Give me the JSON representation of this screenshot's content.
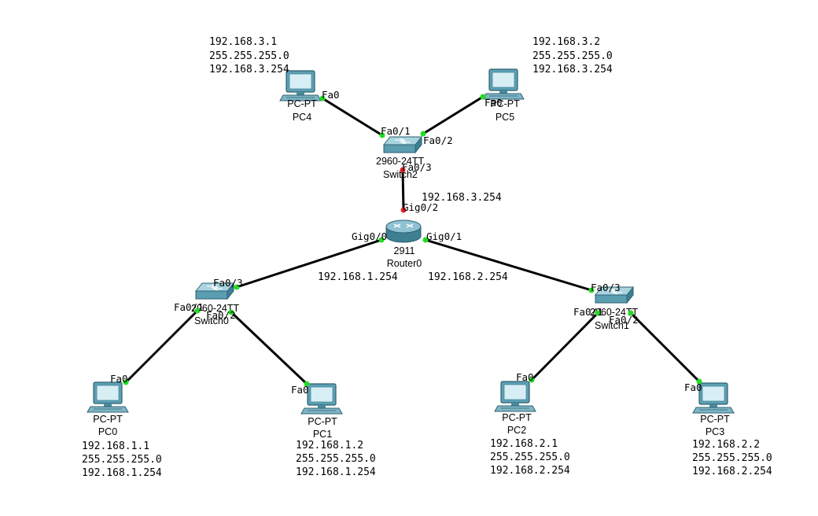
{
  "colors": {
    "link": "#000000",
    "port_up": "#22dd22",
    "port_down": "#e02020",
    "device": "#3f8fa3"
  },
  "devices": {
    "pc0": {
      "model": "PC-PT",
      "name": "PC0",
      "ip": "192.168.1.1",
      "mask": "255.255.255.0",
      "gateway": "192.168.1.254"
    },
    "pc1": {
      "model": "PC-PT",
      "name": "PC1",
      "ip": "192.168.1.2",
      "mask": "255.255.255.0",
      "gateway": "192.168.1.254"
    },
    "pc2": {
      "model": "PC-PT",
      "name": "PC2",
      "ip": "192.168.2.1",
      "mask": "255.255.255.0",
      "gateway": "192.168.2.254"
    },
    "pc3": {
      "model": "PC-PT",
      "name": "PC3",
      "ip": "192.168.2.2",
      "mask": "255.255.255.0",
      "gateway": "192.168.2.254"
    },
    "pc4": {
      "model": "PC-PT",
      "name": "PC4",
      "ip": "192.168.3.1",
      "mask": "255.255.255.0",
      "gateway": "192.168.3.254"
    },
    "pc5": {
      "model": "PC-PT",
      "name": "PC5",
      "ip": "192.168.3.2",
      "mask": "255.255.255.0",
      "gateway": "192.168.3.254"
    },
    "switch0": {
      "model": "2960-24TT",
      "name": "Switch0"
    },
    "switch1": {
      "model": "2960-24TT",
      "name": "Switch1"
    },
    "switch2": {
      "model": "2960-24TT",
      "name": "Switch2"
    },
    "router0": {
      "model": "2911",
      "name": "Router0",
      "gig0_0_ip": "192.168.1.254",
      "gig0_1_ip": "192.168.2.254",
      "gig0_2_ip": "192.168.3.254"
    }
  },
  "ports": {
    "pc4_fa0": "Fa0",
    "pc5_fa0": "Fa0",
    "sw2_fa0_1": "Fa0/1",
    "sw2_fa0_2": "Fa0/2",
    "sw2_fa0_3": "Fa0/3",
    "r0_gig0_2": "Gig0/2",
    "r0_gig0_0": "Gig0/0",
    "r0_gig0_1": "Gig0/1",
    "sw0_fa0_3": "Fa0/3",
    "sw0_fa0_1": "Fa0/1",
    "sw0_fa0_2": "Fa0/2",
    "sw1_fa0_3": "Fa0/3",
    "sw1_fa0_1": "Fa0/1",
    "sw1_fa0_2": "Fa0/2",
    "pc0_fa0": "Fa0",
    "pc1_fa0": "Fa0",
    "pc2_fa0": "Fa0",
    "pc3_fa0": "Fa0"
  }
}
